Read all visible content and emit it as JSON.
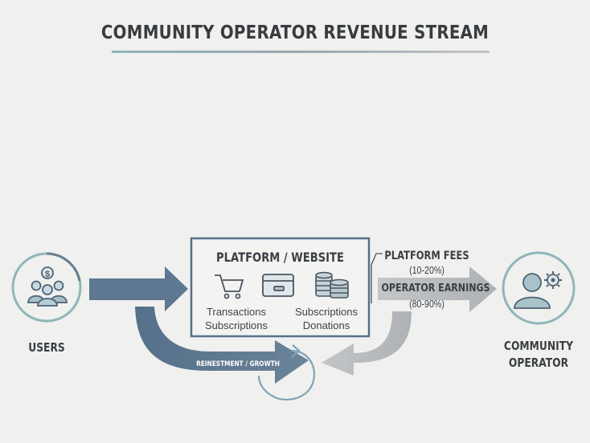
{
  "title": "COMMUNITY OPERATOR REVENUE STREAM",
  "nodes": {
    "users": {
      "label": "USERS",
      "icon": "users-dollar-icon"
    },
    "platform": {
      "label": "PLATFORM / WEBSITE",
      "left_text": [
        "Transactions",
        "Subscriptions"
      ],
      "right_text": [
        "Subscriptions",
        "Donations"
      ],
      "icons": [
        "shopping-cart-icon",
        "credit-card-icon",
        "coin-stack-icon"
      ]
    },
    "operator": {
      "label_lines": [
        "COMMUNITY",
        "OPERATOR"
      ],
      "icon": "operator-gear-icon"
    }
  },
  "flows": {
    "platform_fees": {
      "label": "PLATFORM FEES",
      "value": "(10-20%)"
    },
    "operator_earnings": {
      "label": "OPERATOR EARNINGS",
      "value": "(80-90%)"
    },
    "reinvestment": {
      "label": "REINESTMENT / GROWTH"
    }
  },
  "colors": {
    "slate": "#5f7a91",
    "gray": "#b4b7b9",
    "teal": "#8fb6b9",
    "text": "#3a3f44"
  }
}
